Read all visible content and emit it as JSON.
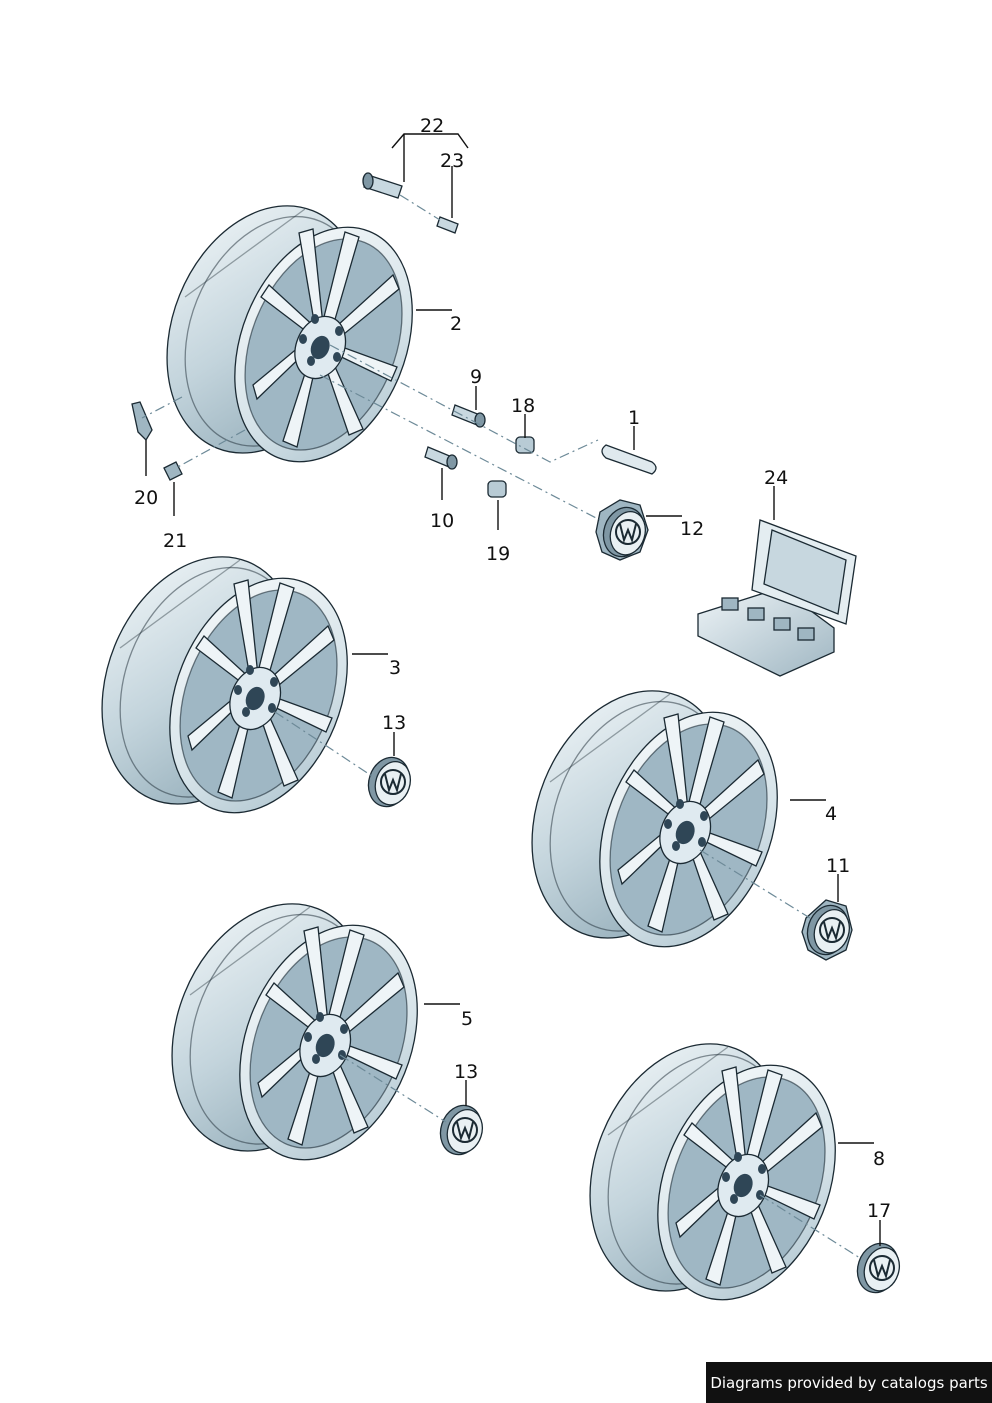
{
  "callouts": {
    "c1": "1",
    "c2": "2",
    "c3": "3",
    "c4": "4",
    "c5": "5",
    "c8": "8",
    "c9": "9",
    "c10": "10",
    "c11": "11",
    "c12": "12",
    "c13a": "13",
    "c13b": "13",
    "c17": "17",
    "c18": "18",
    "c19": "19",
    "c20": "20",
    "c21": "21",
    "c22": "22",
    "c23": "23",
    "c24": "24"
  },
  "footer": {
    "text": "Diagrams provided by catalogs parts"
  },
  "colors": {
    "rim_light": "#e6eef2",
    "rim_mid": "#b7cad4",
    "rim_dark": "#7d98a6",
    "outline": "#1b2a33"
  }
}
